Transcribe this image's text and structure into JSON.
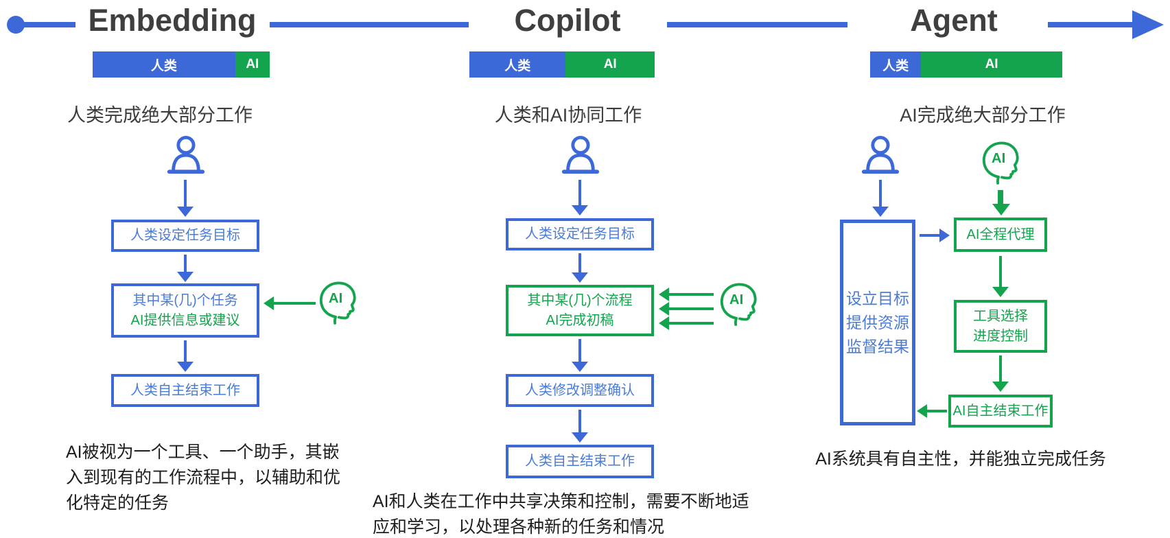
{
  "palette": {
    "blue": "#3D68D8",
    "green": "#14A44D",
    "title_gray": "#3F3F3F",
    "caption_text": "#1E1E1E",
    "box_text_blue": "#4A7CD6",
    "bar_label_white": "#FFFFFF"
  },
  "columns": [
    {
      "title": "Embedding",
      "bar": {
        "human_label": "人类",
        "ai_label": "AI",
        "human_pct": 80,
        "ai_pct": 20
      },
      "subtitle": "人类完成绝大部分工作",
      "flow": {
        "box1": "人类设定任务目标",
        "box2_line1": "其中某(几)个任务",
        "box2_line2": "AI提供信息或建议",
        "box3": "人类自主结束工作",
        "ai_icon_label": "AI"
      },
      "caption": "AI被视为一个工具、一个助手，其嵌\n入到现有的工作流程中，以辅助和优\n化特定的任务"
    },
    {
      "title": "Copilot",
      "bar": {
        "human_label": "人类",
        "ai_label": "AI",
        "human_pct": 52,
        "ai_pct": 48
      },
      "subtitle": "人类和AI协同工作",
      "flow": {
        "box1": "人类设定任务目标",
        "box2_line1": "其中某(几)个流程",
        "box2_line2": "AI完成初稿",
        "box3": "人类修改调整确认",
        "box4": "人类自主结束工作",
        "ai_icon_label": "AI"
      },
      "caption": "AI和人类在工作中共享决策和控制，需要不断地适\n应和学习，以处理各种新的任务和情况"
    },
    {
      "title": "Agent",
      "bar": {
        "human_label": "人类",
        "ai_label": "AI",
        "human_pct": 26,
        "ai_pct": 74
      },
      "subtitle": "AI完成绝大部分工作",
      "flow": {
        "human_box": "设立目标\n提供资源\n监督结果",
        "ai_box1": "AI全程代理",
        "ai_box2": "工具选择\n进度控制",
        "ai_box3": "AI自主结束工作",
        "ai_icon_label": "AI"
      },
      "caption": "AI系统具有自主性，并能独立完成任务"
    }
  ]
}
